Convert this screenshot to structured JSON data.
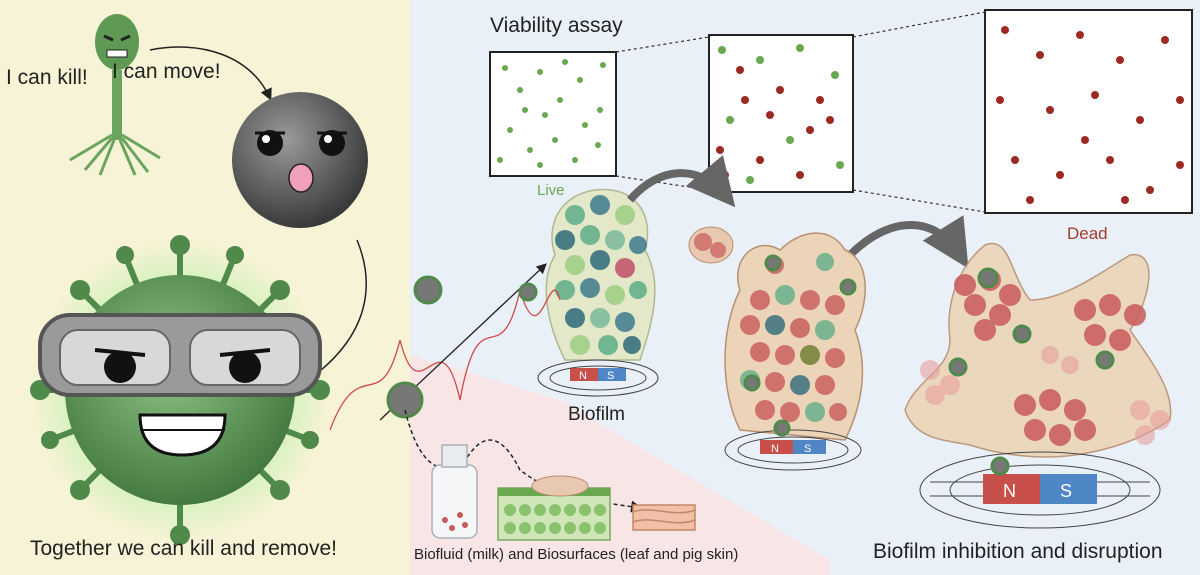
{
  "labels": {
    "kill": "I can kill!",
    "move": "I can move!",
    "together": "Together we can kill and remove!",
    "viability": "Viability assay",
    "live": "Live",
    "dead": "Dead",
    "biofilm": "Biofilm",
    "biofluid": "Biofluid (milk) and Biosurfaces (leaf and pig skin)",
    "disruption": "Biofilm inhibition and disruption",
    "north": "N",
    "south": "S"
  },
  "colors": {
    "left_panel": "#f7f3d6",
    "right_panel": "#eaf0f8",
    "live_green": "#6aa84f",
    "dead_red": "#a33a2e",
    "virus_green": "#4f8a4a",
    "robot_gray": "#555555",
    "magnet_red": "#c9504a",
    "magnet_blue": "#4e86c6"
  },
  "icons": [
    "phage-icon",
    "microrobot-icon",
    "virus-goggles-icon",
    "magnet-icon",
    "milk-bottle-icon",
    "leaf-icon",
    "pig-skin-icon"
  ]
}
